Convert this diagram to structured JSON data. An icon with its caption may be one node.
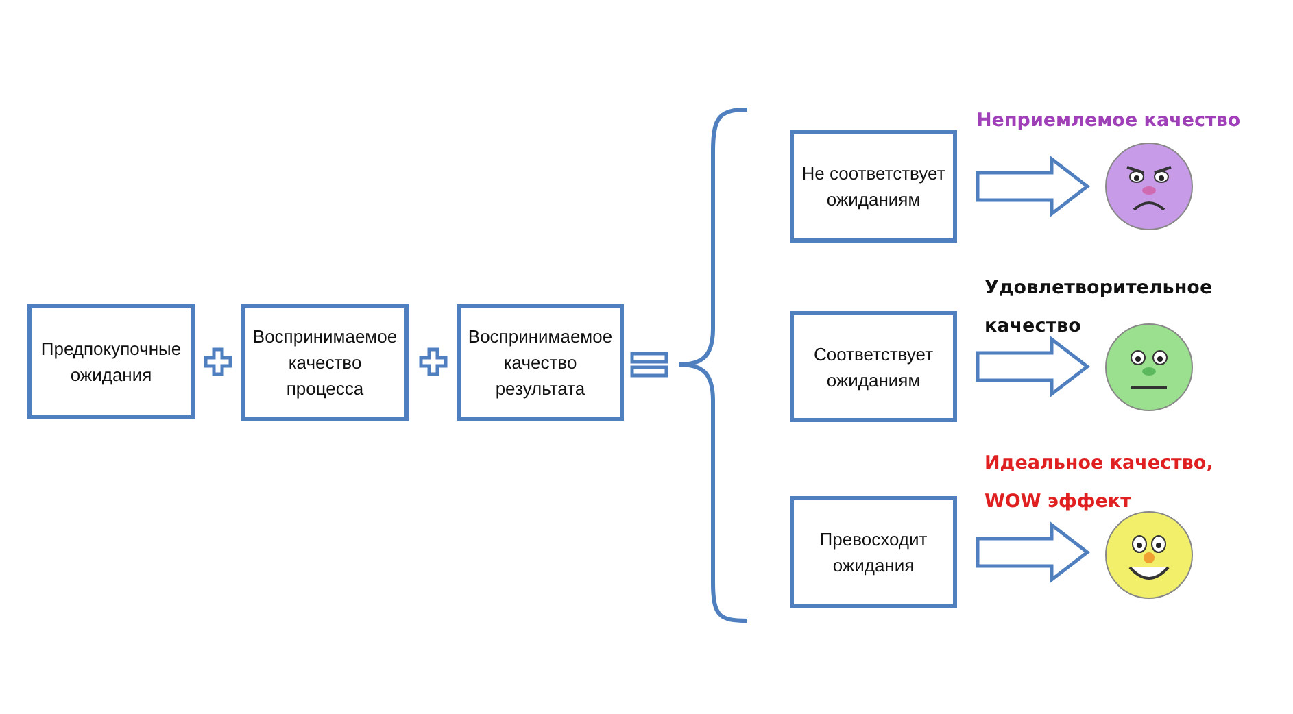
{
  "diagram": {
    "nodes": [
      {
        "text": [
          "Предпокупочные ожидания"
        ]
      },
      {
        "text": [
          "Воспринимаемое качество процесса"
        ]
      },
      {
        "text": [
          "Воспринимаемое качество результата"
        ]
      },
      {
        "text": [
          "Не соответствует ожиданиям"
        ]
      },
      {
        "text": [
          "Соответствует ожиданиям"
        ]
      },
      {
        "text": [
          "Превосходит ожидания"
        ]
      },
      {
        "text": [],
        "shape": "picture",
        "beside": [
          "Неприемлемое качество"
        ]
      },
      {
        "text": [],
        "shape": "picture",
        "beside": [
          "Удовлетворительное качество"
        ]
      },
      {
        "text": [],
        "shape": "picture",
        "beside": [
          "Идеальное качество, WOW эффект"
        ]
      }
    ],
    "edges": [
      {
        "from": 3,
        "to": 6,
        "arrow": "to"
      },
      {
        "from": 4,
        "to": 7,
        "arrow": "to"
      },
      {
        "from": 5,
        "to": 8,
        "arrow": "to"
      }
    ]
  }
}
